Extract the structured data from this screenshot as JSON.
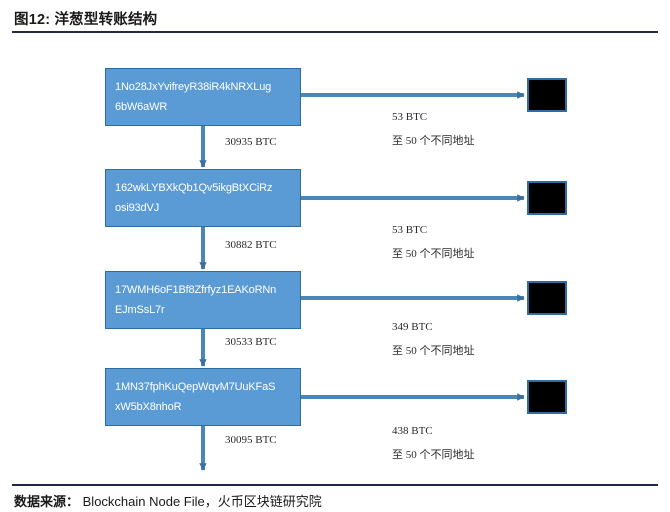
{
  "figure": {
    "title": "图12: 洋葱型转账结构",
    "source_label": "数据来源：",
    "source_text": "Blockchain Node File，火币区块链研究院",
    "accent_color": "#5b9bd5",
    "rule_color": "#1f2a44",
    "terminal_color": "#000000"
  },
  "chart_data": {
    "type": "diagram",
    "title": "图12: 洋葱型转账结构",
    "description": "洋葱型(链式)比特币转账结构：四个地址依次向下转账，每一层同时向 50 个不同地址分发少量 BTC。",
    "nodes": [
      {
        "id": "addr1",
        "line1": "1No28JxYvifreyR38iR4kNRXLug",
        "line2": "6bW6aWR",
        "full": "1No28JxYvifreyR38iR4kNRXLug6bW6aWR"
      },
      {
        "id": "addr2",
        "line1": "162wkLYBXkQb1Qv5ikgBtXCiRz",
        "line2": "osi93dVJ",
        "full": "162wkLYBXkQb1Qv5ikgBtXCiRzosi93dVJ"
      },
      {
        "id": "addr3",
        "line1": "17WMH6oF1Bf8Zfrfyz1EAKoRNn",
        "line2": "EJmSsL7r",
        "full": "17WMH6oF1Bf8Zfrfyz1EAKoRNnEJmSsL7r"
      },
      {
        "id": "addr4",
        "line1": "1MN37fphKuQepWqvM7UuKFaS",
        "line2": "xW5bX8nhoR",
        "full": "1MN37fphKuQepWqvM7UuKFaSxW5bX8nhoR"
      }
    ],
    "chain_flows": [
      {
        "from": "addr1",
        "to": "addr2",
        "label": "30935 BTC",
        "amount": 30935,
        "unit": "BTC"
      },
      {
        "from": "addr2",
        "to": "addr3",
        "label": "30882 BTC",
        "amount": 30882,
        "unit": "BTC"
      },
      {
        "from": "addr3",
        "to": "addr4",
        "label": "30533 BTC",
        "amount": 30533,
        "unit": "BTC"
      },
      {
        "from": "addr4",
        "to": "next",
        "label": "30095 BTC",
        "amount": 30095,
        "unit": "BTC"
      }
    ],
    "branch_flows": [
      {
        "from": "addr1",
        "amount_label": "53 BTC",
        "amount": 53,
        "unit": "BTC",
        "target_label": "至 50 个不同地址",
        "target_count": 50
      },
      {
        "from": "addr2",
        "amount_label": "53 BTC",
        "amount": 53,
        "unit": "BTC",
        "target_label": "至 50 个不同地址",
        "target_count": 50
      },
      {
        "from": "addr3",
        "amount_label": "349 BTC",
        "amount": 349,
        "unit": "BTC",
        "target_label": "至 50 个不同地址",
        "target_count": 50
      },
      {
        "from": "addr4",
        "amount_label": "438 BTC",
        "amount": 438,
        "unit": "BTC",
        "target_label": "至 50 个不同地址",
        "target_count": 50
      }
    ]
  }
}
